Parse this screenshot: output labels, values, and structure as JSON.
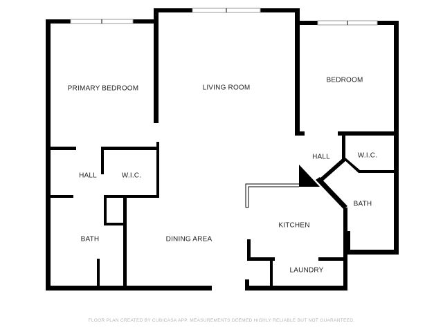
{
  "rooms": {
    "primary_bedroom": "PRIMARY BEDROOM",
    "living_room": "LIVING ROOM",
    "bedroom": "BEDROOM",
    "hall_left": "HALL",
    "wic_left": "W.I.C.",
    "hall_right": "HALL",
    "wic_right": "W.I.C.",
    "bath_left": "BATH",
    "dining_area": "DINING AREA",
    "kitchen": "KITCHEN",
    "bath_right": "BATH",
    "laundry": "LAUNDRY"
  },
  "footer": {
    "disclaimer": "FLOOR PLAN CREATED BY CUBICASA APP. MEASUREMENTS DEEMED HIGHLY RELIABLE BUT NOT GUARANTEED."
  },
  "colors": {
    "wall": "#000000",
    "background": "#ffffff",
    "footer_text": "#b5b5b5"
  }
}
